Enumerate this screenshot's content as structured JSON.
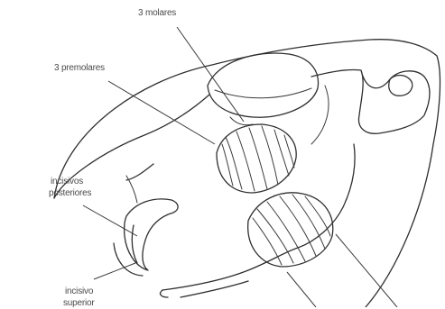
{
  "labels": {
    "molares": "3 molares",
    "premolares": "3 premolares",
    "incisivos_posteriores_line1": "incisivos",
    "incisivos_posteriores_line2": "posteriores",
    "incisivo_superior_line1": "incisivo",
    "incisivo_superior_line2": "superior"
  },
  "colors": {
    "line": "#2f2f2f",
    "text": "#4a4a4a",
    "background": "#ffffff"
  }
}
